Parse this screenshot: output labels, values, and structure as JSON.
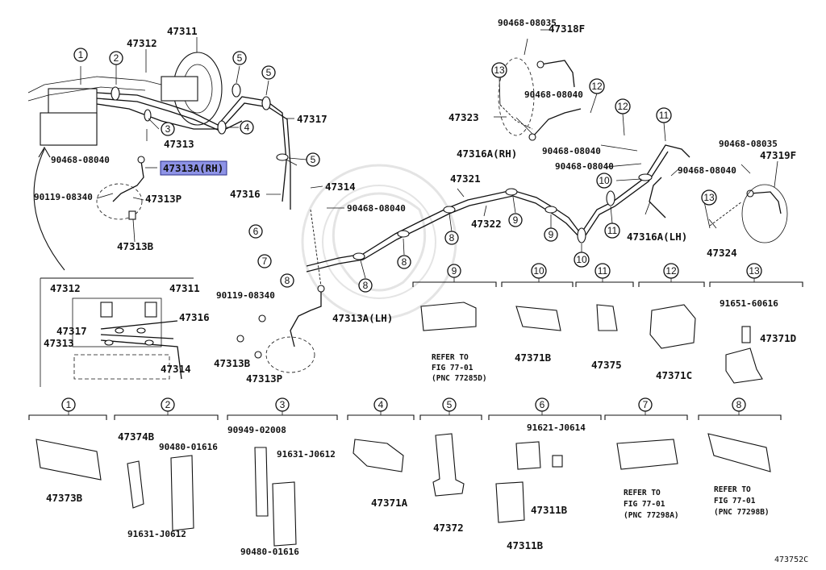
{
  "image_ref": "473752C",
  "highlighted_part": "47313A(RH)",
  "part_labels": {
    "p47311_top": "47311",
    "p47312_top": "47312",
    "p47313": "47313",
    "p90468_left": "90468-08040",
    "p47313A_RH": "47313A(RH)",
    "p90119_top": "90119-08340",
    "p47313P_top": "47313P",
    "p47313B_top": "47313B",
    "p47317_top": "47317",
    "p47316_mid": "47316",
    "p47314_mid": "47314",
    "p90468_mid": "90468-08040",
    "p90119_mid": "90119-08340",
    "p47313A_LH": "47313A(LH)",
    "p47313B_mid": "47313B",
    "p47313P_mid": "47313P",
    "d_47312": "47312",
    "d_47311": "47311",
    "d_47317": "47317",
    "d_47316": "47316",
    "d_47313": "47313",
    "d_47314": "47314",
    "p90468_08035_top": "90468-08035",
    "p47318F": "47318F",
    "p90468_r1": "90468-08040",
    "p47323": "47323",
    "p47316A_RH": "47316A(RH)",
    "p90468_r2": "90468-08040",
    "p90468_r3": "90468-08040",
    "p47321": "47321",
    "p47322": "47322",
    "p90468_08035_r": "90468-08035",
    "p47319F": "47319F",
    "p90468_r4": "90468-08040",
    "p47316A_LH": "47316A(LH)",
    "p47324": "47324"
  },
  "callouts": [
    "1",
    "2",
    "3",
    "4",
    "5",
    "6",
    "7",
    "8",
    "9",
    "10",
    "11",
    "12",
    "13"
  ],
  "panels_mid": {
    "p9_refer": "REFER TO",
    "p9_fig": "FIG 77-01",
    "p9_pnc": "(PNC 77285D)",
    "p10_part": "47371B",
    "p11_part": "47375",
    "p12_part": "47371C",
    "p13_bolt": "91651-60616",
    "p13_part": "47371D"
  },
  "panels_bottom": {
    "p1_part": "47373B",
    "p2_a": "47374B",
    "p2_b": "90480-01616",
    "p2_c": "91631-J0612",
    "p3_a": "90949-02008",
    "p3_b": "91631-J0612",
    "p3_c": "90480-01616",
    "p4_part": "47371A",
    "p5_part": "47372",
    "p6_bolt": "91621-J0614",
    "p6_a": "47311B",
    "p6_b": "47311B",
    "p7_refer": "REFER TO",
    "p7_fig": "FIG 77-01",
    "p7_pnc": "(PNC 77298A)",
    "p8_refer": "REFER TO",
    "p8_fig": "FIG 77-01",
    "p8_pnc": "(PNC 77298B)"
  }
}
